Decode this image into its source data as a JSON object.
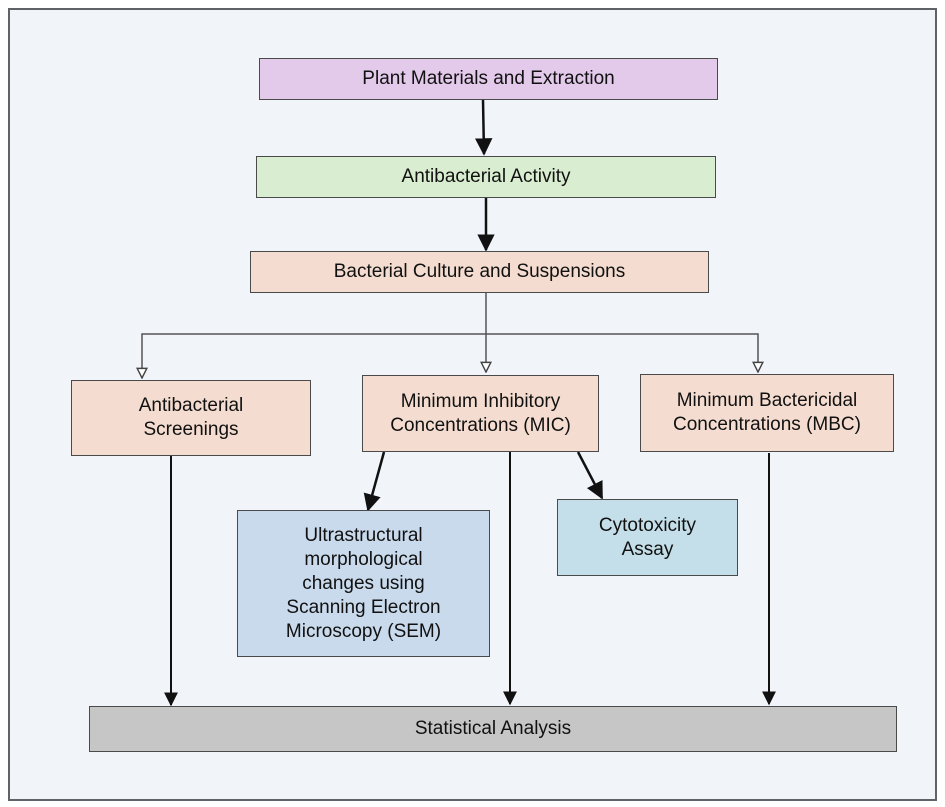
{
  "colors": {
    "background": "#f1f5fa",
    "border": "#4a4a4a",
    "purple_fill": "#e3c9ea",
    "green_fill": "#d9edd0",
    "peach_fill": "#f4ddd0",
    "blue_fill": "#c9daec",
    "teal_fill": "#c4dfe9",
    "gray_fill": "#c6c6c6",
    "arrow": "#111111"
  },
  "nodes": {
    "plant_materials": "Plant Materials and Extraction",
    "antibacterial_activity": "Antibacterial Activity",
    "bacterial_culture": "Bacterial Culture and Suspensions",
    "antibacterial_screenings": "Antibacterial\nScreenings",
    "mic": "Minimum Inhibitory\nConcentrations (MIC)",
    "mbc": "Minimum Bactericidal\nConcentrations (MBC)",
    "sem": "Ultrastructural\nmorphological\nchanges using\nScanning Electron\nMicroscopy (SEM)",
    "cytotoxicity": "Cytotoxicity\nAssay",
    "statistical_analysis": "Statistical Analysis"
  }
}
